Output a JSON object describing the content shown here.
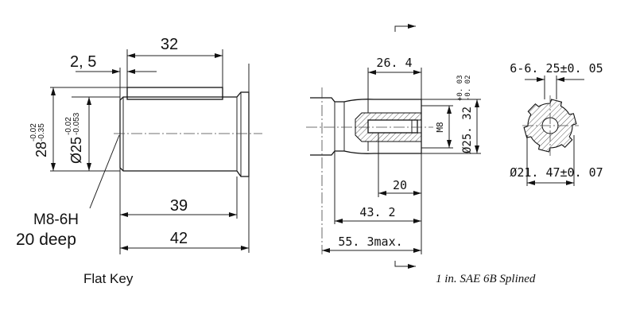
{
  "flat_key": {
    "caption": "Flat Key",
    "dim_key_length": "32",
    "dim_key_offset": "2, 5",
    "dim_height": "28",
    "dim_height_tol_upper": "-0.02",
    "dim_height_tol_lower": "-0.35",
    "dim_diameter": "Ø25",
    "dim_diameter_tol_upper": "-0.02",
    "dim_diameter_tol_lower": "-0.053",
    "thread_label": "M8-6H",
    "thread_depth": "20 deep",
    "dim_39": "39",
    "dim_42": "42"
  },
  "splined": {
    "caption": "1 in. SAE 6B Splined",
    "dim_26_4": "26. 4",
    "dim_20": "20",
    "dim_43_2": "43. 2",
    "dim_55_3": "55. 3max.",
    "thread": "M8",
    "dim_diameter": "Ø25. 32",
    "dim_diameter_tol_upper": "+0. 03",
    "dim_diameter_tol_lower": "-0. 02",
    "spline_width": "6-6. 25±0. 05",
    "spline_minor_diameter": "Ø21. 47±0. 07"
  }
}
